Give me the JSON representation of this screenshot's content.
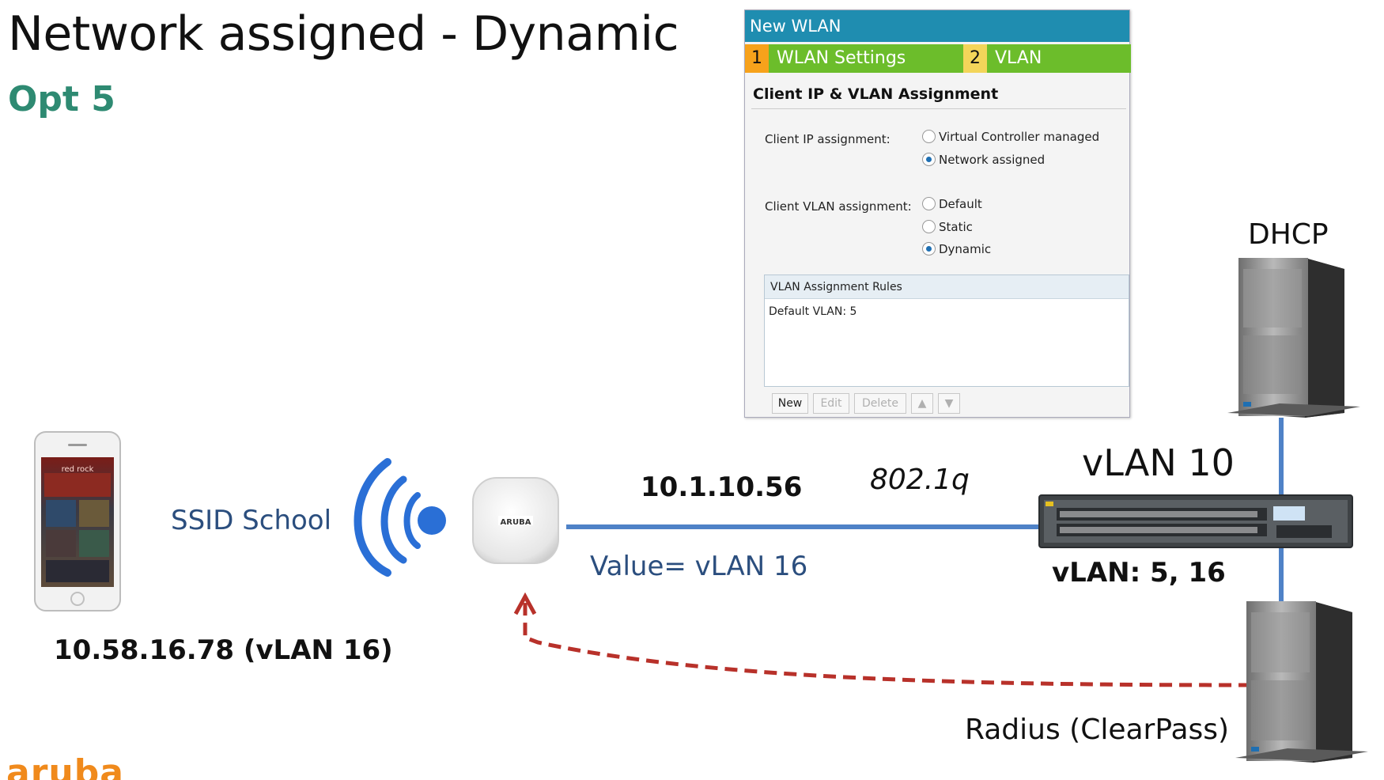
{
  "header": {
    "title": "Network assigned - Dynamic",
    "subtitle": "Opt 5",
    "logo": "aruba"
  },
  "dialog": {
    "title": "New WLAN",
    "tabs": [
      {
        "num": "1",
        "label": "WLAN Settings"
      },
      {
        "num": "2",
        "label": "VLAN"
      }
    ],
    "section_title": "Client IP & VLAN Assignment",
    "client_ip_label": "Client IP assignment:",
    "client_ip_options": [
      {
        "label": "Virtual Controller managed",
        "selected": false
      },
      {
        "label": "Network assigned",
        "selected": true
      }
    ],
    "client_vlan_label": "Client VLAN assignment:",
    "client_vlan_options": [
      {
        "label": "Default",
        "selected": false
      },
      {
        "label": "Static",
        "selected": false
      },
      {
        "label": "Dynamic",
        "selected": true
      }
    ],
    "rules_header": "VLAN Assignment Rules",
    "rules_default": "Default VLAN: 5",
    "buttons": {
      "new": "New",
      "edit": "Edit",
      "delete": "Delete"
    }
  },
  "diagram": {
    "ssid_label": "SSID School",
    "ap_ip": "10.1.10.56",
    "trunk_protocol": "802.1q",
    "radius_value": "Value= vLAN 16",
    "switch_vlan": "vLAN 10",
    "switch_trunk_vlans": "vLAN: 5, 16",
    "dhcp_label": "DHCP",
    "client_ip": "10.58.16.78 (vLAN 16)",
    "radius_label": "Radius (ClearPass)",
    "ap_brand": "ARUBA",
    "phone_brand": "red rock",
    "colors": {
      "link": "#4f82c7",
      "radius_arrow": "#b8312a",
      "wifi": "#2a6fd6",
      "title_green": "#2e8a72",
      "logo_orange": "#f08a1c"
    }
  }
}
